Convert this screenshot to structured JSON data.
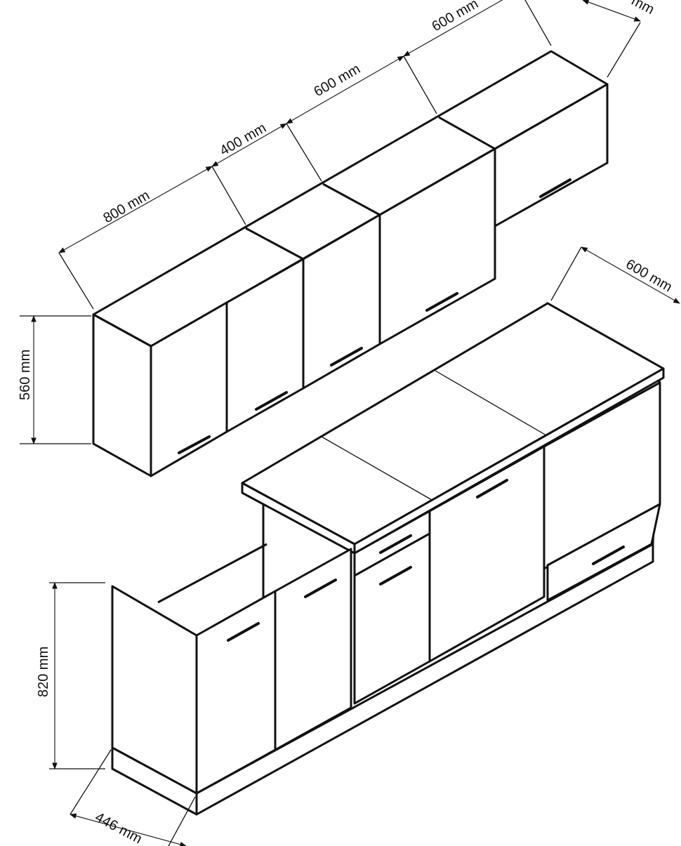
{
  "dimensions": {
    "upper_top_right": "mm",
    "upper_600_a": "600 mm",
    "upper_600_b": "600 mm",
    "upper_400": "400 mm",
    "upper_800": "800 mm",
    "upper_height": "560 mm",
    "base_depth_right": "600 mm",
    "base_height": "820 mm",
    "base_depth_left": "446 mm"
  }
}
